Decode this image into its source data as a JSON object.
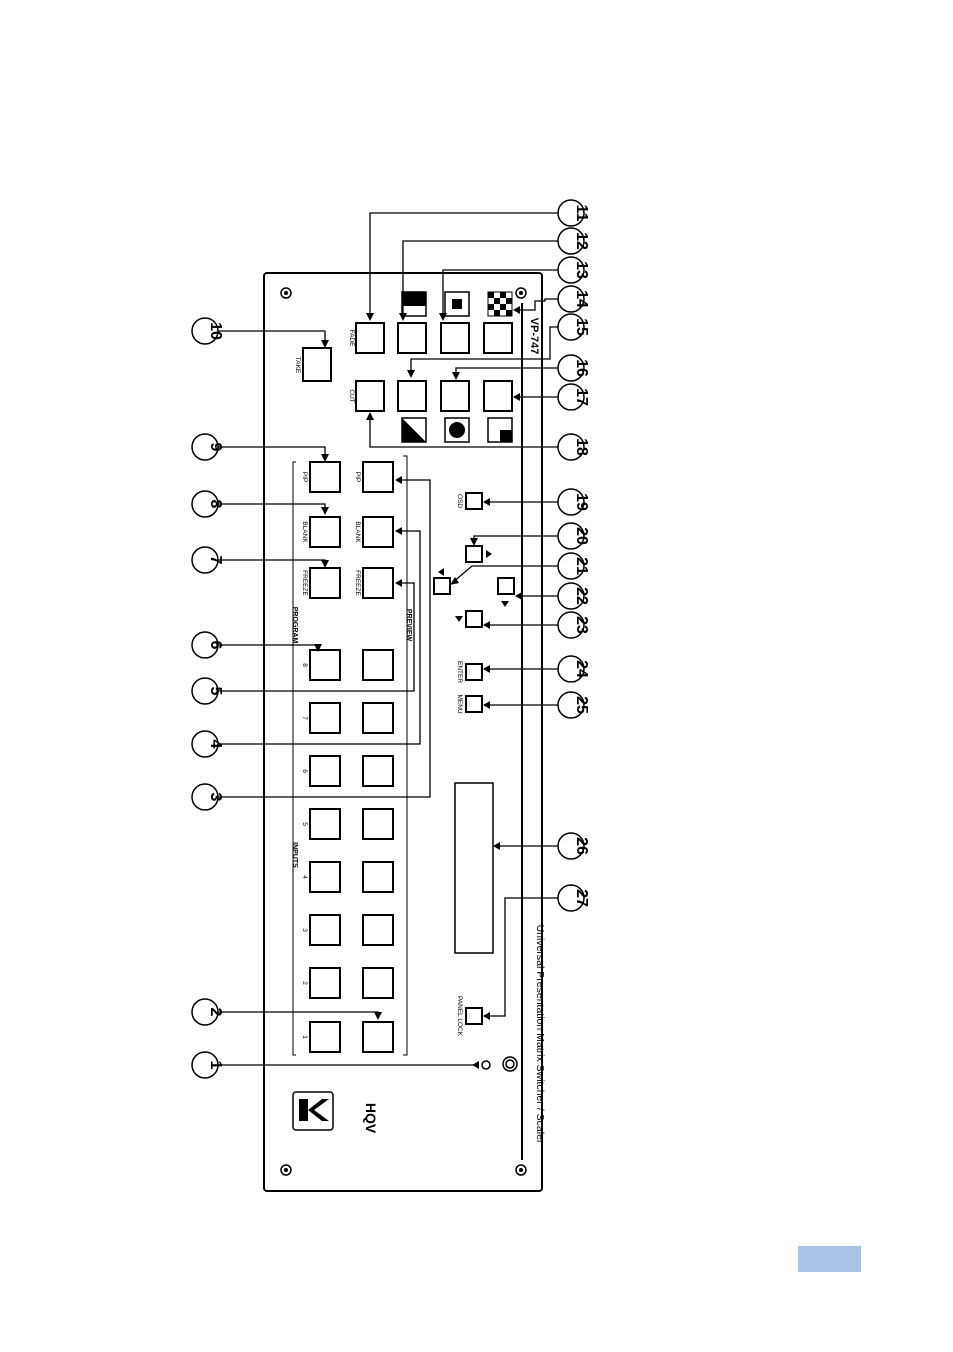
{
  "device": {
    "model": "VP-747",
    "subtitle": "Universal Presentation Matrix Switcher / Scaler",
    "brand_logo": "KRAMER",
    "brand_mark": "HQV"
  },
  "labels": {
    "take": "TAKE",
    "fade": "FADE",
    "cut": "CUT",
    "program": "PROGRAM",
    "preview": "PREVIEW",
    "inputs": "INPUTS",
    "osd": "OSD",
    "enter": "ENTER",
    "menu": "MENU",
    "panel_lock": "PANEL LOCK",
    "pip": "PIP",
    "blank": "BLANK",
    "freeze": "FREEZE",
    "input_numbers": [
      "1",
      "2",
      "3",
      "4",
      "5",
      "6",
      "7",
      "8"
    ]
  },
  "callouts": [
    "1",
    "2",
    "3",
    "4",
    "5",
    "6",
    "7",
    "8",
    "9",
    "10",
    "11",
    "12",
    "13",
    "14",
    "15",
    "16",
    "17",
    "18",
    "19",
    "20",
    "21",
    "22",
    "23",
    "24",
    "25",
    "26",
    "27"
  ],
  "colors": {
    "accent_tab": "#a9c3e6",
    "line": "#000000"
  }
}
